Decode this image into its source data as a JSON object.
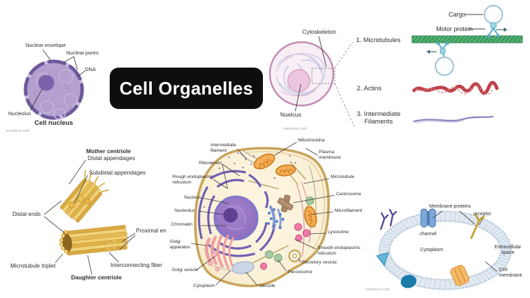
{
  "title": "Cell Organelles",
  "watermark": "rsscience.com",
  "nucleus_diagram": {
    "caption": "Cell nucleus",
    "labels": {
      "nuclear_envelope": "Nuclear envelope",
      "nuclear_pores": "Nuclear pores",
      "dna": "DNA",
      "nucleolus": "Nucleolus"
    }
  },
  "cytoskeleton_diagram": {
    "labels": {
      "cytoskeleton": "Cytoskeleton",
      "nucleus": "Nuelcus"
    },
    "filament_types": [
      {
        "label": "1. Microtubules"
      },
      {
        "label": "2. Actins"
      },
      {
        "label": "3. Intermediate Filaments"
      }
    ],
    "microtubule_labels": {
      "cargo": "Cargo",
      "motor_protein": "Motor protein"
    }
  },
  "centriole_diagram": {
    "labels": {
      "mother_centriole": "Mother centriole",
      "distal_appendages": "Distal appendages",
      "subdistal_appendages": "Subdistal appendages",
      "distal_ends": "Distal ends",
      "proximal_end": "Proximal en",
      "microtubule_triplet": "Microtubule triplet",
      "interconnecting_fiber": "Interconnecting fiber",
      "daughter_centriole": "Daughter centriole"
    }
  },
  "cell_diagram": {
    "labels": {
      "intermediate_filament": "Intermediate filament",
      "ribosomes": "Ribosomes",
      "rough_er": "Rough endoplasmic reticulum",
      "nucleus": "Nucleus",
      "nucleolus": "Nucleolus",
      "chromatin": "Chromatin",
      "golgi_apparatus": "Golgi apparatus",
      "golgi_vesicle": "Golgi vesicle",
      "cytoplasm": "Cytoplasm",
      "vacuole": "Vacuole",
      "mitochondria": "Mitochondria",
      "plasma_membrane": "Plasma membrane",
      "microtubule": "Microtubule",
      "centrosome": "Centrosome",
      "microfilament": "Microfilament",
      "lysosome": "Lysosome",
      "smooth_er": "Smooth endoplasmic reticulum",
      "secretory_vesicle": "Secretory vesicle",
      "peroxisome": "Peroxisome"
    }
  },
  "membrane_diagram": {
    "labels": {
      "membrane_proteins": "Membrane proteins",
      "receptor": "receptor",
      "channel": "channel",
      "cytoplasm": "Cytoplasm",
      "extracellular_space": "Extracellular space",
      "cell_membrane": "Cell membrane"
    }
  },
  "colors": {
    "title_bg": "#0e0e0e",
    "microtubule_green": "#52b274",
    "actin_red": "#c0424a",
    "intermediate_purple": "#9183c3",
    "centriole_yellow": "#e8c05a",
    "cell_border_tan": "#c9a45c",
    "nucleus_purple": "#9a77c5",
    "membrane_band_blue": "#dfe8f1"
  }
}
